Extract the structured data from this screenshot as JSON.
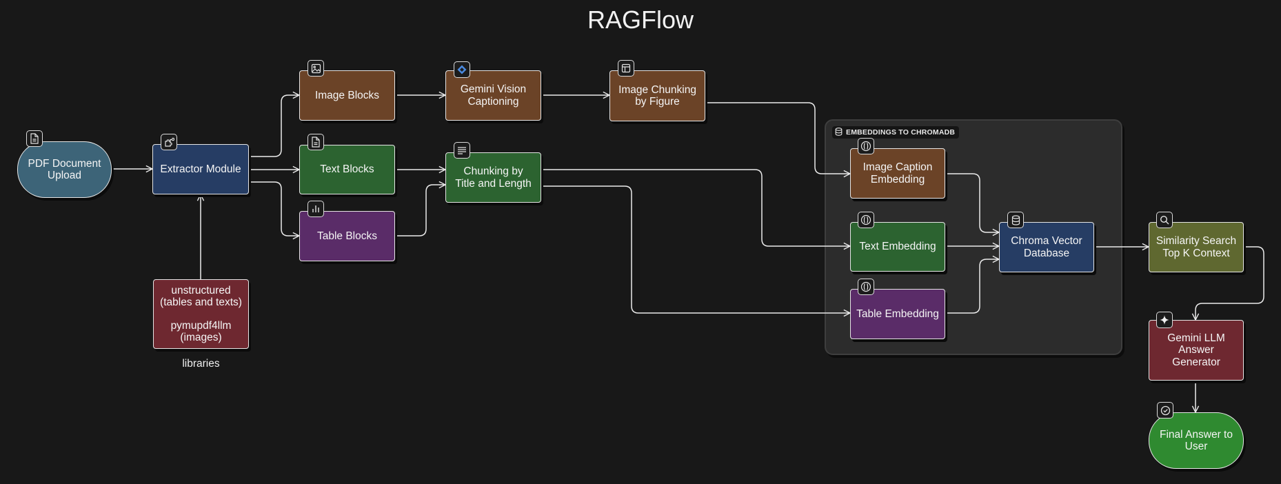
{
  "title": "RAGFlow",
  "colors": {
    "background": "#181818",
    "teal": "#3d6478",
    "navy": "#263d64",
    "brown": "#6b4327",
    "green": "#2c6330",
    "purple": "#5a2c68",
    "maroon": "#6e2830",
    "olive": "#5f6830",
    "bright_green": "#2f8a30",
    "group_bg": "#2c2c2c"
  },
  "group": {
    "label": "EMBEDDINGS TO CHROMADB",
    "icon": "database-icon"
  },
  "nodes": {
    "pdf_upload": {
      "label": "PDF Document\nUpload",
      "icon": "document-icon"
    },
    "extractor": {
      "label": "Extractor Module",
      "icon": "puzzle-icon"
    },
    "libraries": {
      "label": "unstructured\n(tables and texts)\n\npymupdf4llm\n(images)"
    },
    "image_blocks": {
      "label": "Image Blocks",
      "icon": "image-icon"
    },
    "text_blocks": {
      "label": "Text Blocks",
      "icon": "document-icon"
    },
    "table_blocks": {
      "label": "Table Blocks",
      "icon": "bar-chart-icon"
    },
    "gemini_vision": {
      "label": "Gemini Vision\nCaptioning",
      "icon": "gemini-diamond-icon"
    },
    "chunking_title": {
      "label": "Chunking by\nTitle and Length",
      "icon": "text-lines-icon"
    },
    "image_chunking": {
      "label": "Image Chunking\nby Figure",
      "icon": "layout-icon"
    },
    "image_caption_embedding": {
      "label": "Image Caption\nEmbedding",
      "icon": "embedding-icon"
    },
    "text_embedding": {
      "label": "Text Embedding",
      "icon": "embedding-icon"
    },
    "table_embedding": {
      "label": "Table Embedding",
      "icon": "embedding-icon"
    },
    "chroma_db": {
      "label": "Chroma Vector\nDatabase",
      "icon": "database-icon"
    },
    "similarity_search": {
      "label": "Similarity Search\nTop K Context",
      "icon": "search-icon"
    },
    "gemini_llm": {
      "label": "Gemini LLM\nAnswer\nGenerator",
      "icon": "sparkle-icon"
    },
    "final_answer": {
      "label": "Final Answer to\nUser",
      "icon": "check-circle-icon"
    }
  },
  "libraries_caption": "libraries",
  "edges": [
    {
      "from": "pdf_upload",
      "to": "extractor"
    },
    {
      "from": "libraries",
      "to": "extractor"
    },
    {
      "from": "extractor",
      "to": "image_blocks"
    },
    {
      "from": "extractor",
      "to": "text_blocks"
    },
    {
      "from": "extractor",
      "to": "table_blocks"
    },
    {
      "from": "image_blocks",
      "to": "gemini_vision"
    },
    {
      "from": "gemini_vision",
      "to": "image_chunking"
    },
    {
      "from": "text_blocks",
      "to": "chunking_title"
    },
    {
      "from": "table_blocks",
      "to": "chunking_title"
    },
    {
      "from": "image_chunking",
      "to": "image_caption_embedding"
    },
    {
      "from": "chunking_title",
      "to": "text_embedding"
    },
    {
      "from": "chunking_title",
      "to": "table_embedding"
    },
    {
      "from": "image_caption_embedding",
      "to": "chroma_db"
    },
    {
      "from": "text_embedding",
      "to": "chroma_db"
    },
    {
      "from": "table_embedding",
      "to": "chroma_db"
    },
    {
      "from": "chroma_db",
      "to": "similarity_search"
    },
    {
      "from": "similarity_search",
      "to": "gemini_llm"
    },
    {
      "from": "gemini_llm",
      "to": "final_answer"
    }
  ]
}
